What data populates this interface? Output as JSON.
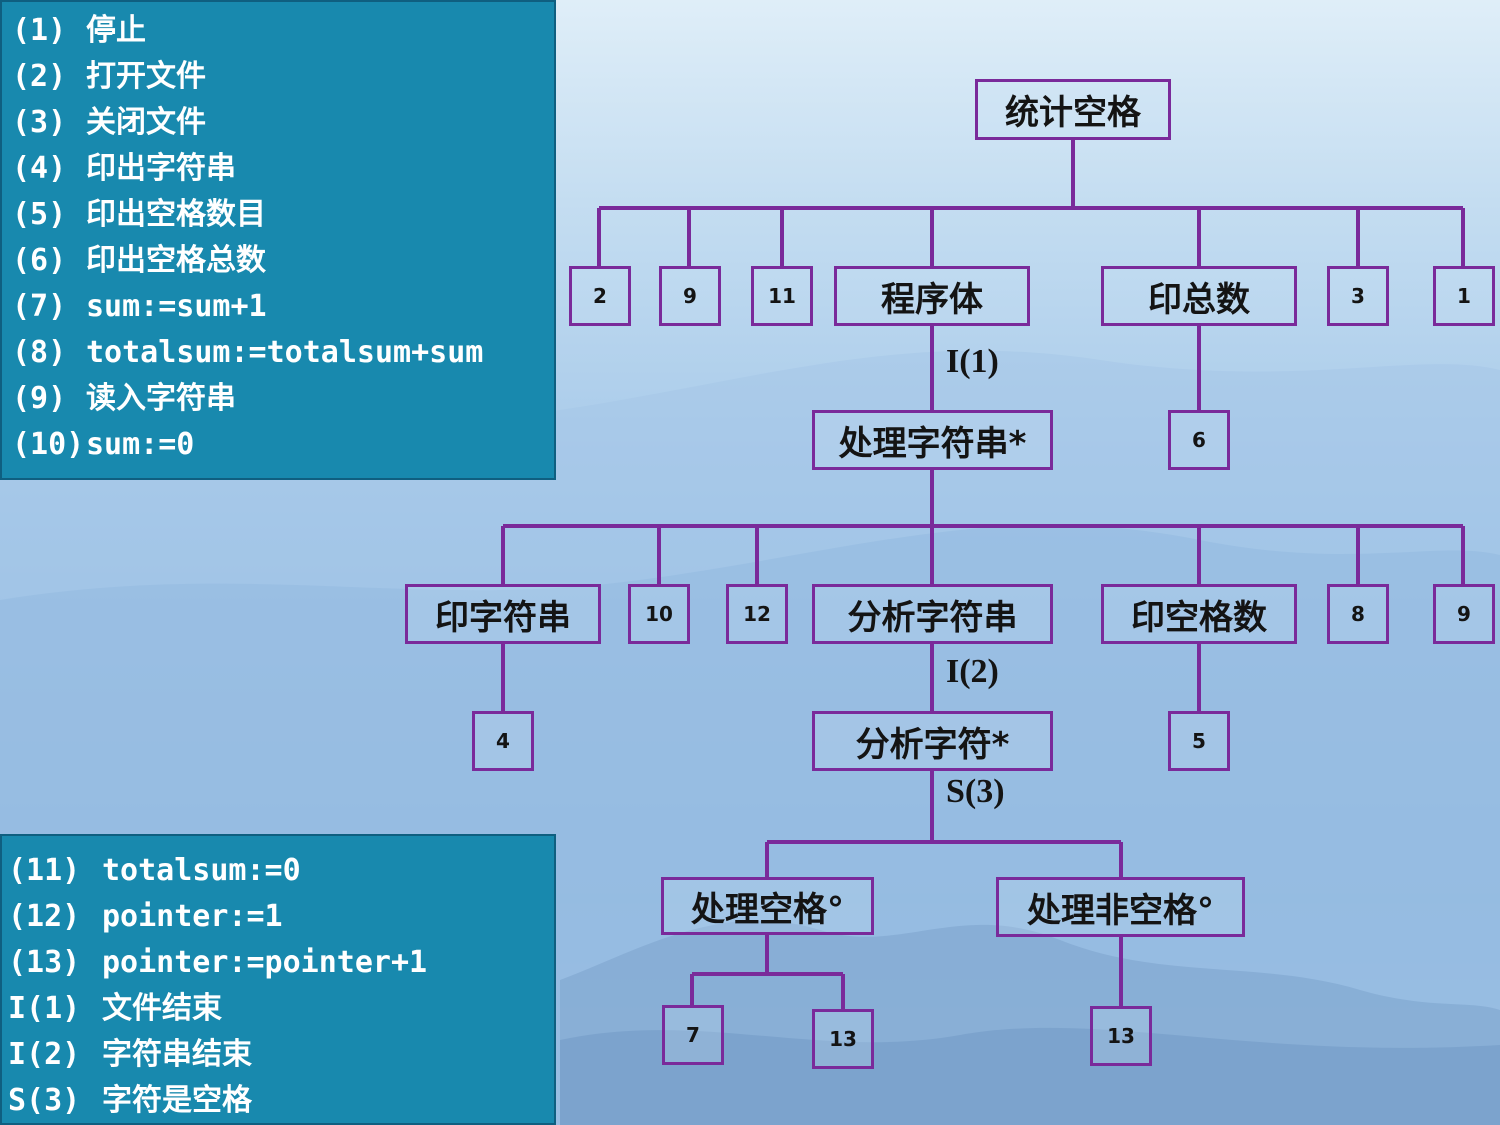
{
  "legend_top": [
    {
      "code": "(1)",
      "text": "停止"
    },
    {
      "code": "(2)",
      "text": "打开文件"
    },
    {
      "code": "(3)",
      "text": "关闭文件"
    },
    {
      "code": "(4)",
      "text": "印出字符串"
    },
    {
      "code": "(5)",
      "text": "印出空格数目"
    },
    {
      "code": "(6)",
      "text": "印出空格总数"
    },
    {
      "code": "(7)",
      "text": "sum:=sum+1"
    },
    {
      "code": "(8)",
      "text": "totalsum:=totalsum+sum"
    },
    {
      "code": "(9)",
      "text": "读入字符串"
    },
    {
      "code": "(10)",
      "text": "sum:=0"
    }
  ],
  "legend_bottom": [
    {
      "code": "(11)",
      "text": "totalsum:=0"
    },
    {
      "code": "(12)",
      "text": "pointer:=1"
    },
    {
      "code": "(13)",
      "text": "pointer:=pointer+1"
    },
    {
      "code": "I(1)",
      "text": "文件结束"
    },
    {
      "code": "I(2)",
      "text": "字符串结束"
    },
    {
      "code": "S(3)",
      "text": "字符是空格"
    }
  ],
  "tree": {
    "root": "统计空格",
    "level1": [
      "2",
      "9",
      "11",
      "程序体",
      "印总数",
      "3",
      "1"
    ],
    "cond_i1": "I(1)",
    "process_string": "处理字符串*",
    "print_total_child": "6",
    "level3": [
      "印字符串",
      "10",
      "12",
      "分析字符串",
      "印空格数",
      "8",
      "9"
    ],
    "print_string_child": "4",
    "print_spaces_child": "5",
    "cond_i2": "I(2)",
    "analyze_char": "分析字符*",
    "cond_s3": "S(3)",
    "handle_space": "处理空格°",
    "handle_nonspace": "处理非空格°",
    "handle_space_children": [
      "7",
      "13"
    ],
    "handle_nonspace_child": "13"
  }
}
